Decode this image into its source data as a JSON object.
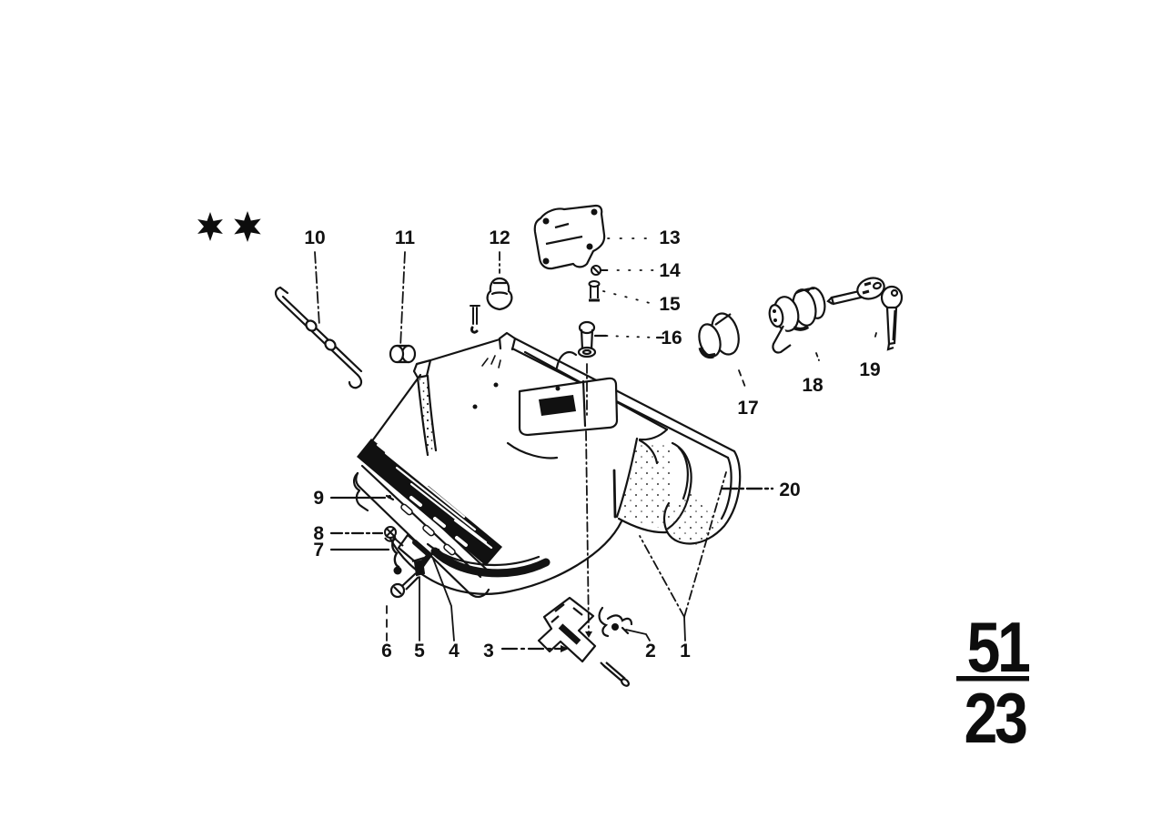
{
  "page": {
    "paper_color": "#ffffff",
    "ink_color": "#111111"
  },
  "annotation": {
    "star_icon": "six-pointed-star",
    "star_count": 2
  },
  "part_labels": {
    "p1": "1",
    "p2": "2",
    "p3": "3",
    "p4": "4",
    "p5": "5",
    "p6": "6",
    "p7": "7",
    "p8": "8",
    "p9": "9",
    "p10": "10",
    "p11": "11",
    "p12": "12",
    "p13": "13",
    "p14": "14",
    "p15": "15",
    "p16": "16",
    "p17": "17",
    "p18": "18",
    "p19": "19",
    "p20": "20"
  },
  "section_code": {
    "main_group": "51",
    "sub_group": "23"
  }
}
